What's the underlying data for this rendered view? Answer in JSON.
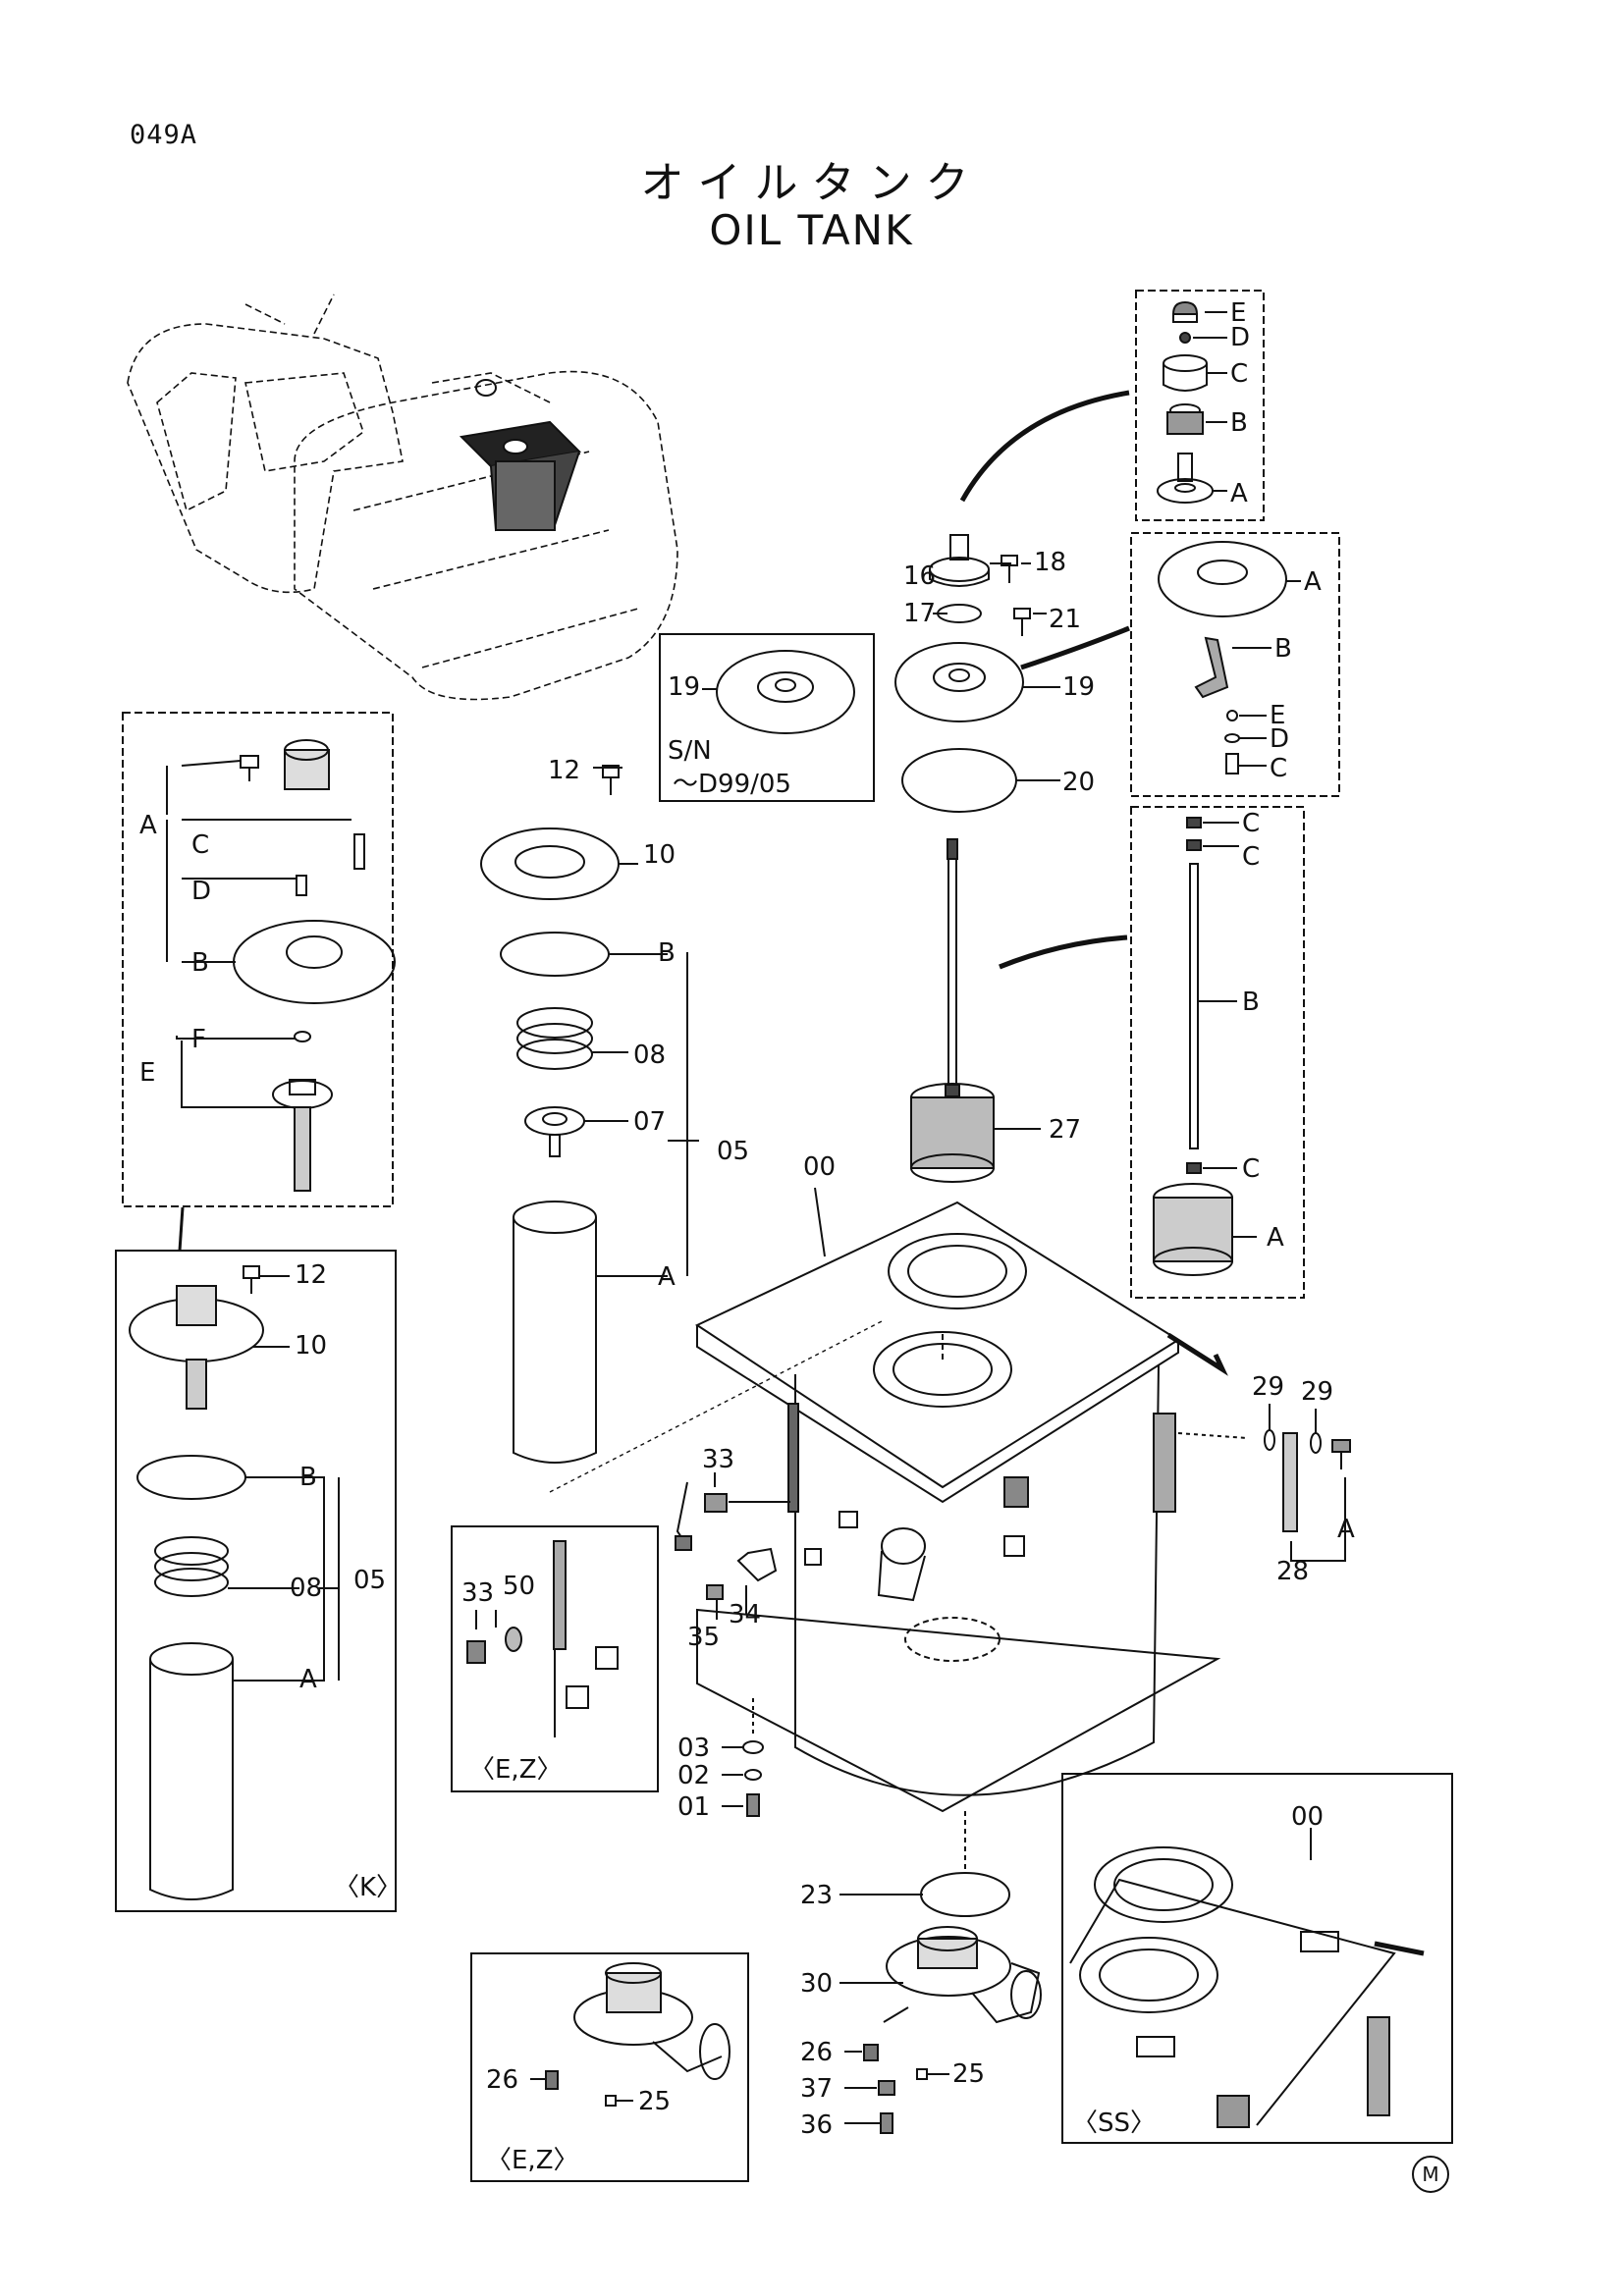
{
  "page_code": "049A",
  "title_jp": "オイルタンク",
  "title_en": "OIL TANK",
  "serial_note": {
    "sn": "S/N",
    "range": "～D99/05"
  },
  "labels": {
    "topA_E": "E",
    "topA_D": "D",
    "topA_C": "C",
    "topA_B": "B",
    "topA_A": "A",
    "p16": "16",
    "p18": "18",
    "p17": "17",
    "p21": "21",
    "p19a": "19",
    "p19b": "19",
    "p20": "20",
    "midR_A": "A",
    "midR_B": "B",
    "midR_E": "E",
    "midR_D": "D",
    "midR_C": "C",
    "rod_C1": "C",
    "rod_C2": "C",
    "rod_B": "B",
    "rod_C3": "C",
    "rod_A": "A",
    "p27": "27",
    "p00": "00",
    "p12": "12",
    "p10": "10",
    "pB": "B",
    "p08": "08",
    "p07": "07",
    "p05": "05",
    "pA": "A",
    "k_A": "A",
    "k_C": "C",
    "k_D": "D",
    "k_B": "B",
    "k_F": "F",
    "k_E": "E",
    "k12": "12",
    "k10": "10",
    "kB": "B",
    "k08": "08",
    "k05": "05",
    "kA": "A",
    "k_tag": "〈K〉",
    "ez33": "33",
    "ez50": "50",
    "ez_tag": "〈E,Z〉",
    "p33": "33",
    "p34": "34",
    "p35": "35",
    "p29a": "29",
    "p29b": "29",
    "p28": "28",
    "pA2": "A",
    "p03": "03",
    "p02": "02",
    "p01": "01",
    "p23": "23",
    "p30": "30",
    "p26": "26",
    "p25": "25",
    "p37": "37",
    "p36": "36",
    "ez2_26": "26",
    "ez2_25": "25",
    "ez2_tag": "〈E,Z〉",
    "ss00": "00",
    "ss_tag": "〈SS〉"
  },
  "footer_mark": "M"
}
